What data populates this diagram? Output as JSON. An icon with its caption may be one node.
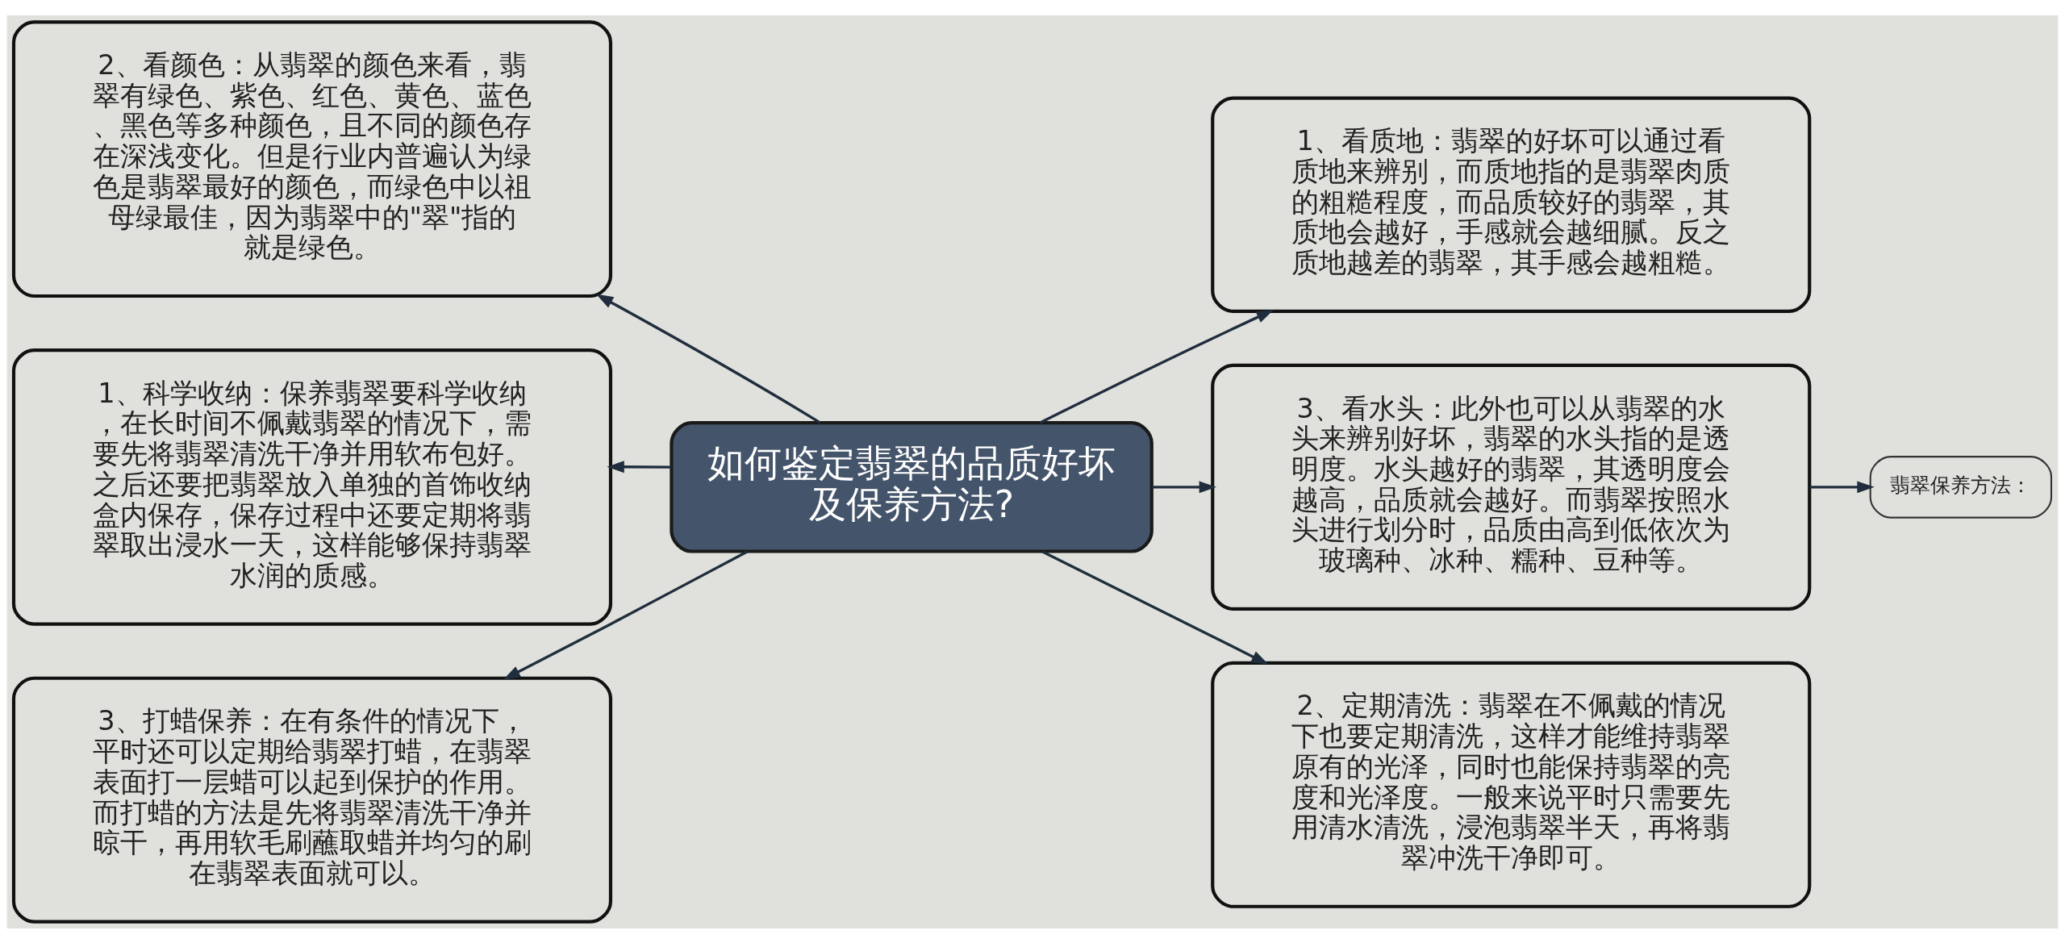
{
  "diagram": {
    "nodes": [
      {
        "text": [
          "如何鉴定翡翠的品质好坏及保养方法?"
        ]
      },
      {
        "text": [
          "2、看颜色：从翡翠的颜色来看，翡翠有绿色、紫色、红色、黄色、蓝色、黑色等多种颜色，且不同的颜色存在深浅变化。但是行业内普遍认为绿色是翡翠最好的颜色，而绿色中以祖母绿最佳，因为翡翠中的\"翠\"指的就是绿色。"
        ]
      },
      {
        "text": [
          "1、科学收纳：保养翡翠要科学收纳，在长时间不佩戴翡翠的情况下，需要先将翡翠清洗干净并用软布包好。之后还要把翡翠放入单独的首饰收纳盒内保存，保存过程中还要定期将翡翠取出浸水一天，这样能够保持翡翠水润的质感。"
        ]
      },
      {
        "text": [
          "3、打蜡保养：在有条件的情况下，平时还可以定期给翡翠打蜡，在翡翠表面打一层蜡可以起到保护的作用。而打蜡的方法是先将翡翠清洗干净并晾干，再用软毛刷蘸取蜡并均匀的刷在翡翠表面就可以。"
        ]
      },
      {
        "text": [
          "1、看质地：翡翠的好坏可以通过看质地来辨别，而质地指的是翡翠肉质的粗糙程度，而品质较好的翡翠，其质地会越好，手感就会越细腻。反之质地越差的翡翠，其手感会越粗糙。"
        ]
      },
      {
        "text": [
          "3、看水头：此外也可以从翡翠的水头来辨别好坏，翡翠的水头指的是透明度。水头越好的翡翠，其透明度会越高，品质就会越好。而翡翠按照水头进行划分时，品质由高到低依次为玻璃种、冰种、糯种、豆种等。"
        ]
      },
      {
        "text": [
          "2、定期清洗：翡翠在不佩戴的情况下也要定期清洗，这样才能维持翡翠原有的光泽，同时也能保持翡翠的亮度和光泽度。一般来说平时只需要先用清水清洗，浸泡翡翠半天，再将翡翠冲洗干净即可。"
        ]
      },
      {
        "text": [
          "翡翠保养方法："
        ]
      }
    ],
    "edges": [
      {
        "from": 0,
        "to": 1,
        "arrow": "to"
      },
      {
        "from": 0,
        "to": 2,
        "arrow": "to"
      },
      {
        "from": 0,
        "to": 3,
        "arrow": "to"
      },
      {
        "from": 0,
        "to": 4,
        "arrow": "to"
      },
      {
        "from": 0,
        "to": 5,
        "arrow": "to"
      },
      {
        "from": 0,
        "to": 6,
        "arrow": "to"
      },
      {
        "from": 5,
        "to": 7,
        "arrow": "to"
      }
    ]
  }
}
